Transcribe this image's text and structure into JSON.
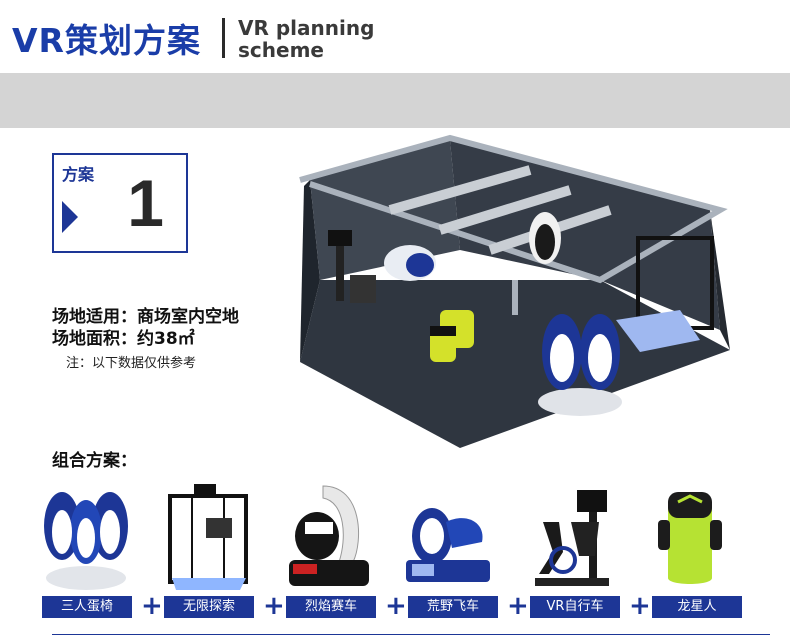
{
  "header": {
    "title_cn": "VR策划方案",
    "title_en_line1": "VR planning",
    "title_en_line2": "scheme"
  },
  "plan": {
    "label": "方案",
    "number": "1"
  },
  "info": {
    "venue": "场地适用：商场室内空地",
    "area": "场地面积：约38㎡",
    "note": "注：以下数据仅供参考"
  },
  "combo": {
    "title": "组合方案：",
    "plus": "+",
    "items": [
      {
        "label": "三人蛋椅",
        "icon": "egg-chair"
      },
      {
        "label": "无限探索",
        "icon": "walking-platform"
      },
      {
        "label": "烈焰赛车",
        "icon": "racing-simulator"
      },
      {
        "label": "荒野飞车",
        "icon": "motorcycle-simulator"
      },
      {
        "label": "VR自行车",
        "icon": "bike-simulator"
      },
      {
        "label": "龙星人",
        "icon": "standing-pod"
      }
    ]
  },
  "colors": {
    "brand_blue": "#1d3696",
    "title_blue": "#1a3da8",
    "band_gray": "#d4d4d4"
  }
}
